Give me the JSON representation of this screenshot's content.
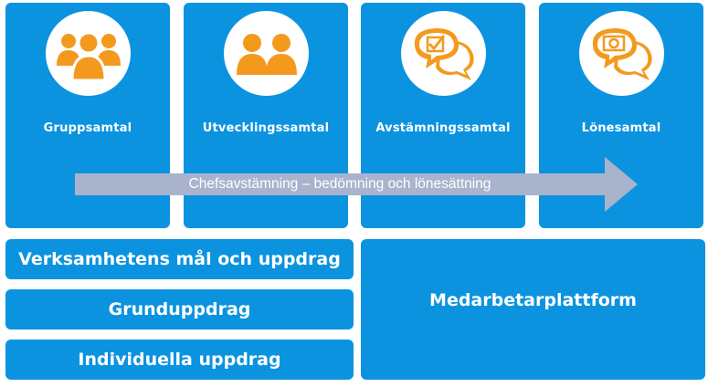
{
  "cards": [
    {
      "label": "Gruppsamtal",
      "icon": "group-icon"
    },
    {
      "label": "Utvecklingssamtal",
      "icon": "two-people-icon"
    },
    {
      "label": "Avstämningssamtal",
      "icon": "chat-checkmark-icon"
    },
    {
      "label": "Lönesamtal",
      "icon": "chat-money-icon"
    }
  ],
  "arrow": {
    "label": "Chefsavstämning – bedömning och lönesättning"
  },
  "bars": [
    {
      "label": "Verksamhetens mål och uppdrag"
    },
    {
      "label": "Grunduppdrag"
    },
    {
      "label": "Individuella uppdrag"
    }
  ],
  "platform": {
    "label": "Medarbetarplattform"
  },
  "colors": {
    "box": "#0b93e0",
    "icon": "#f39a1e",
    "arrow": "#a9b3cc"
  }
}
